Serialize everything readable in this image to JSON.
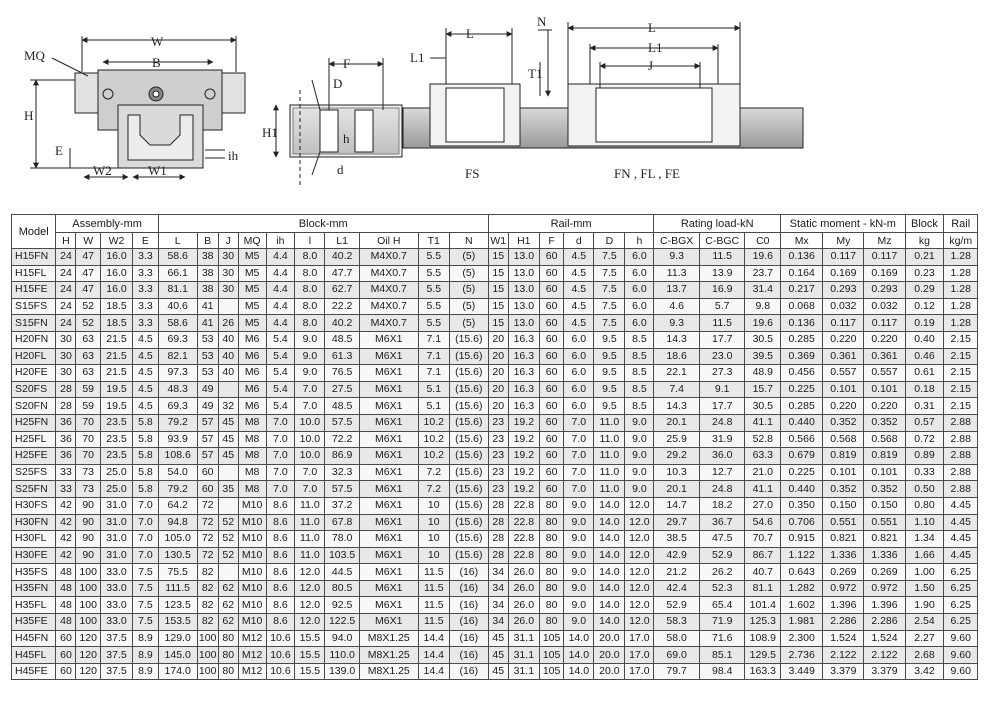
{
  "diagram": {
    "left_labels": {
      "mq": "MQ",
      "w": "W",
      "b": "B",
      "h": "H",
      "e": "E",
      "w2": "W2",
      "w1": "W1",
      "ih": "ih"
    },
    "mid_labels": {
      "f": "F",
      "d_big": "D",
      "h_small": "h",
      "h1": "H1",
      "d_small": "d"
    },
    "fs_labels": {
      "n": "N",
      "l": "L",
      "l1": "L1",
      "t1": "T1",
      "caption": "FS"
    },
    "fn_labels": {
      "l": "L",
      "l1": "L1",
      "j": "J",
      "caption": "FN , FL , FE"
    }
  },
  "table": {
    "groups": [
      "Model",
      "Assembly-mm",
      "Block-mm",
      "Rail-mm",
      "Rating load-kN",
      "Static moment - kN-m",
      "Block",
      "Rail"
    ],
    "columns": [
      "H",
      "W",
      "W2",
      "E",
      "L",
      "B",
      "J",
      "MQ",
      "ih",
      "l",
      "L1",
      "Oil H",
      "T1",
      "N",
      "W1",
      "H1",
      "F",
      "d",
      "D",
      "h",
      "C-BGX",
      "C-BGC",
      "C0",
      "Mx",
      "My",
      "Mz",
      "kg",
      "kg/m"
    ],
    "rows": [
      [
        "H15FN",
        "24",
        "47",
        "16.0",
        "3.3",
        "58.6",
        "38",
        "30",
        "M5",
        "4.4",
        "8.0",
        "40.2",
        "M4X0.7",
        "5.5",
        "(5)",
        "15",
        "13.0",
        "60",
        "4.5",
        "7.5",
        "6.0",
        "9.3",
        "11.5",
        "19.6",
        "0.136",
        "0.117",
        "0.117",
        "0.21",
        "1.28"
      ],
      [
        "H15FL",
        "24",
        "47",
        "16.0",
        "3.3",
        "66.1",
        "38",
        "30",
        "M5",
        "4.4",
        "8.0",
        "47.7",
        "M4X0.7",
        "5.5",
        "(5)",
        "15",
        "13.0",
        "60",
        "4.5",
        "7.5",
        "6.0",
        "11.3",
        "13.9",
        "23.7",
        "0.164",
        "0.169",
        "0.169",
        "0.23",
        "1.28"
      ],
      [
        "H15FE",
        "24",
        "47",
        "16.0",
        "3.3",
        "81.1",
        "38",
        "30",
        "M5",
        "4.4",
        "8.0",
        "62.7",
        "M4X0.7",
        "5.5",
        "(5)",
        "15",
        "13.0",
        "60",
        "4.5",
        "7.5",
        "6.0",
        "13.7",
        "16.9",
        "31.4",
        "0.217",
        "0.293",
        "0.293",
        "0.29",
        "1.28"
      ],
      [
        "S15FS",
        "24",
        "52",
        "18.5",
        "3.3",
        "40.6",
        "41",
        "",
        "M5",
        "4.4",
        "8.0",
        "22.2",
        "M4X0.7",
        "5.5",
        "(5)",
        "15",
        "13.0",
        "60",
        "4.5",
        "7.5",
        "6.0",
        "4.6",
        "5.7",
        "9.8",
        "0.068",
        "0.032",
        "0.032",
        "0.12",
        "1.28"
      ],
      [
        "S15FN",
        "24",
        "52",
        "18.5",
        "3.3",
        "58.6",
        "41",
        "26",
        "M5",
        "4.4",
        "8.0",
        "40.2",
        "M4X0.7",
        "5.5",
        "(5)",
        "15",
        "13.0",
        "60",
        "4.5",
        "7.5",
        "6.0",
        "9.3",
        "11.5",
        "19.6",
        "0.136",
        "0.117",
        "0.117",
        "0.19",
        "1.28"
      ],
      [
        "H20FN",
        "30",
        "63",
        "21.5",
        "4.5",
        "69.3",
        "53",
        "40",
        "M6",
        "5.4",
        "9.0",
        "48.5",
        "M6X1",
        "7.1",
        "(15.6)",
        "20",
        "16.3",
        "60",
        "6.0",
        "9.5",
        "8.5",
        "14.3",
        "17.7",
        "30.5",
        "0.285",
        "0.220",
        "0.220",
        "0.40",
        "2.15"
      ],
      [
        "H20FL",
        "30",
        "63",
        "21.5",
        "4.5",
        "82.1",
        "53",
        "40",
        "M6",
        "5.4",
        "9.0",
        "61.3",
        "M6X1",
        "7.1",
        "(15.6)",
        "20",
        "16.3",
        "60",
        "6.0",
        "9.5",
        "8.5",
        "18.6",
        "23.0",
        "39.5",
        "0.369",
        "0.361",
        "0.361",
        "0.46",
        "2.15"
      ],
      [
        "H20FE",
        "30",
        "63",
        "21.5",
        "4.5",
        "97.3",
        "53",
        "40",
        "M6",
        "5.4",
        "9.0",
        "76.5",
        "M6X1",
        "7.1",
        "(15.6)",
        "20",
        "16.3",
        "60",
        "6.0",
        "9.5",
        "8.5",
        "22.1",
        "27.3",
        "48.9",
        "0.456",
        "0.557",
        "0.557",
        "0.61",
        "2.15"
      ],
      [
        "S20FS",
        "28",
        "59",
        "19.5",
        "4.5",
        "48.3",
        "49",
        "",
        "M6",
        "5.4",
        "7.0",
        "27.5",
        "M6X1",
        "5.1",
        "(15.6)",
        "20",
        "16.3",
        "60",
        "6.0",
        "9.5",
        "8.5",
        "7.4",
        "9.1",
        "15.7",
        "0.225",
        "0.101",
        "0.101",
        "0.18",
        "2.15"
      ],
      [
        "S20FN",
        "28",
        "59",
        "19.5",
        "4.5",
        "69.3",
        "49",
        "32",
        "M6",
        "5.4",
        "7.0",
        "48.5",
        "M6X1",
        "5.1",
        "(15.6)",
        "20",
        "16.3",
        "60",
        "6.0",
        "9.5",
        "8.5",
        "14.3",
        "17.7",
        "30.5",
        "0.285",
        "0.220",
        "0.220",
        "0.31",
        "2.15"
      ],
      [
        "H25FN",
        "36",
        "70",
        "23.5",
        "5.8",
        "79.2",
        "57",
        "45",
        "M8",
        "7.0",
        "10.0",
        "57.5",
        "M6X1",
        "10.2",
        "(15.6)",
        "23",
        "19.2",
        "60",
        "7.0",
        "11.0",
        "9.0",
        "20.1",
        "24.8",
        "41.1",
        "0.440",
        "0.352",
        "0.352",
        "0.57",
        "2.88"
      ],
      [
        "H25FL",
        "36",
        "70",
        "23.5",
        "5.8",
        "93.9",
        "57",
        "45",
        "M8",
        "7.0",
        "10.0",
        "72.2",
        "M6X1",
        "10.2",
        "(15.6)",
        "23",
        "19.2",
        "60",
        "7.0",
        "11.0",
        "9.0",
        "25.9",
        "31.9",
        "52.8",
        "0.566",
        "0.568",
        "0.568",
        "0.72",
        "2.88"
      ],
      [
        "H25FE",
        "36",
        "70",
        "23.5",
        "5.8",
        "108.6",
        "57",
        "45",
        "M8",
        "7.0",
        "10.0",
        "86.9",
        "M6X1",
        "10.2",
        "(15.6)",
        "23",
        "19.2",
        "60",
        "7.0",
        "11.0",
        "9.0",
        "29.2",
        "36.0",
        "63.3",
        "0.679",
        "0.819",
        "0.819",
        "0.89",
        "2.88"
      ],
      [
        "S25FS",
        "33",
        "73",
        "25.0",
        "5.8",
        "54.0",
        "60",
        "",
        "M8",
        "7.0",
        "7.0",
        "32.3",
        "M6X1",
        "7.2",
        "(15.6)",
        "23",
        "19.2",
        "60",
        "7.0",
        "11.0",
        "9.0",
        "10.3",
        "12.7",
        "21.0",
        "0.225",
        "0.101",
        "0.101",
        "0.33",
        "2.88"
      ],
      [
        "S25FN",
        "33",
        "73",
        "25.0",
        "5.8",
        "79.2",
        "60",
        "35",
        "M8",
        "7.0",
        "7.0",
        "57.5",
        "M6X1",
        "7.2",
        "(15.6)",
        "23",
        "19.2",
        "60",
        "7.0",
        "11.0",
        "9.0",
        "20.1",
        "24.8",
        "41.1",
        "0.440",
        "0.352",
        "0.352",
        "0.50",
        "2.88"
      ],
      [
        "H30FS",
        "42",
        "90",
        "31.0",
        "7.0",
        "64.2",
        "72",
        "",
        "M10",
        "8.6",
        "11.0",
        "37.2",
        "M6X1",
        "10",
        "(15.6)",
        "28",
        "22.8",
        "80",
        "9.0",
        "14.0",
        "12.0",
        "14.7",
        "18.2",
        "27.0",
        "0.350",
        "0.150",
        "0.150",
        "0.80",
        "4.45"
      ],
      [
        "H30FN",
        "42",
        "90",
        "31.0",
        "7.0",
        "94.8",
        "72",
        "52",
        "M10",
        "8.6",
        "11.0",
        "67.8",
        "M6X1",
        "10",
        "(15.6)",
        "28",
        "22.8",
        "80",
        "9.0",
        "14.0",
        "12.0",
        "29.7",
        "36.7",
        "54.6",
        "0.706",
        "0.551",
        "0.551",
        "1.10",
        "4.45"
      ],
      [
        "H30FL",
        "42",
        "90",
        "31.0",
        "7.0",
        "105.0",
        "72",
        "52",
        "M10",
        "8.6",
        "11.0",
        "78.0",
        "M6X1",
        "10",
        "(15.6)",
        "28",
        "22.8",
        "80",
        "9.0",
        "14.0",
        "12.0",
        "38.5",
        "47.5",
        "70.7",
        "0.915",
        "0.821",
        "0.821",
        "1.34",
        "4.45"
      ],
      [
        "H30FE",
        "42",
        "90",
        "31.0",
        "7.0",
        "130.5",
        "72",
        "52",
        "M10",
        "8.6",
        "11.0",
        "103.5",
        "M6X1",
        "10",
        "(15.6)",
        "28",
        "22.8",
        "80",
        "9.0",
        "14.0",
        "12.0",
        "42.9",
        "52.9",
        "86.7",
        "1.122",
        "1.336",
        "1.336",
        "1.66",
        "4.45"
      ],
      [
        "H35FS",
        "48",
        "100",
        "33.0",
        "7.5",
        "75.5",
        "82",
        "",
        "M10",
        "8.6",
        "12.0",
        "44.5",
        "M6X1",
        "11.5",
        "(16)",
        "34",
        "26.0",
        "80",
        "9.0",
        "14.0",
        "12.0",
        "21.2",
        "26.2",
        "40.7",
        "0.643",
        "0.269",
        "0.269",
        "1.00",
        "6.25"
      ],
      [
        "H35FN",
        "48",
        "100",
        "33.0",
        "7.5",
        "111.5",
        "82",
        "62",
        "M10",
        "8.6",
        "12.0",
        "80.5",
        "M6X1",
        "11.5",
        "(16)",
        "34",
        "26.0",
        "80",
        "9.0",
        "14.0",
        "12.0",
        "42.4",
        "52.3",
        "81.1",
        "1.282",
        "0.972",
        "0.972",
        "1.50",
        "6.25"
      ],
      [
        "H35FL",
        "48",
        "100",
        "33.0",
        "7.5",
        "123.5",
        "82",
        "62",
        "M10",
        "8.6",
        "12.0",
        "92.5",
        "M6X1",
        "11.5",
        "(16)",
        "34",
        "26.0",
        "80",
        "9.0",
        "14.0",
        "12.0",
        "52.9",
        "65.4",
        "101.4",
        "1.602",
        "1.396",
        "1.396",
        "1.90",
        "6.25"
      ],
      [
        "H35FE",
        "48",
        "100",
        "33.0",
        "7.5",
        "153.5",
        "82",
        "62",
        "M10",
        "8.6",
        "12.0",
        "122.5",
        "M6X1",
        "11.5",
        "(16)",
        "34",
        "26.0",
        "80",
        "9.0",
        "14.0",
        "12.0",
        "58.3",
        "71.9",
        "125.3",
        "1.981",
        "2.286",
        "2.286",
        "2.54",
        "6.25"
      ],
      [
        "H45FN",
        "60",
        "120",
        "37.5",
        "8.9",
        "129.0",
        "100",
        "80",
        "M12",
        "10.6",
        "15.5",
        "94.0",
        "M8X1.25",
        "14.4",
        "(16)",
        "45",
        "31.1",
        "105",
        "14.0",
        "20.0",
        "17.0",
        "58.0",
        "71.6",
        "108.9",
        "2.300",
        "1.524",
        "1.524",
        "2.27",
        "9.60"
      ],
      [
        "H45FL",
        "60",
        "120",
        "37.5",
        "8.9",
        "145.0",
        "100",
        "80",
        "M12",
        "10.6",
        "15.5",
        "110.0",
        "M8X1.25",
        "14.4",
        "(16)",
        "45",
        "31.1",
        "105",
        "14.0",
        "20.0",
        "17.0",
        "69.0",
        "85.1",
        "129.5",
        "2.736",
        "2.122",
        "2.122",
        "2.68",
        "9.60"
      ],
      [
        "H45FE",
        "60",
        "120",
        "37.5",
        "8.9",
        "174.0",
        "100",
        "80",
        "M12",
        "10.6",
        "15.5",
        "139.0",
        "M8X1.25",
        "14.4",
        "(16)",
        "45",
        "31.1",
        "105",
        "14.0",
        "20.0",
        "17.0",
        "79.7",
        "98.4",
        "163.3",
        "3.449",
        "3.379",
        "3.379",
        "3.42",
        "9.60"
      ]
    ]
  }
}
